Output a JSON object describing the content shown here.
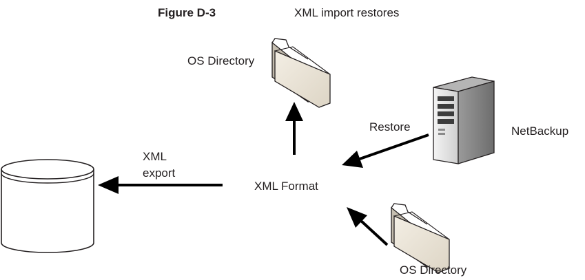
{
  "figure": {
    "number": "Figure D-3",
    "title": "XML import restores"
  },
  "diagram": {
    "top_directory_label": "OS Directory",
    "bottom_directory_label": "OS Directory",
    "server_label": "NetBackup",
    "restore_label": "Restore",
    "center_label": "XML Format",
    "export_label_line1": "XML",
    "export_label_line2": "export",
    "icons": {
      "database": "database-icon",
      "folder": "folder-icon",
      "server": "server-icon",
      "arrow": "arrow-icon"
    }
  }
}
